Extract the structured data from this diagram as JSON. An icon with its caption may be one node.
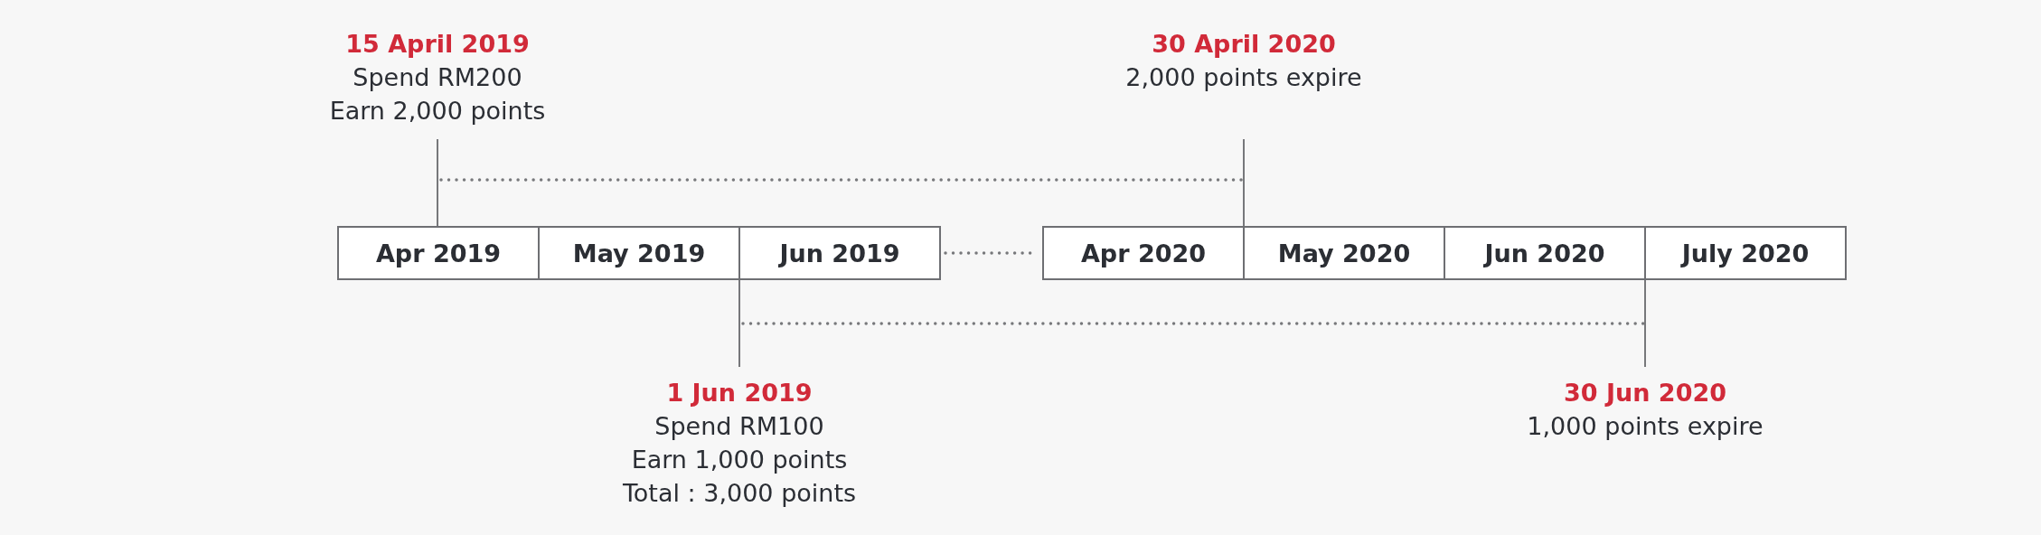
{
  "diagram": {
    "nodes": [
      {
        "text": [
          "15 April 2019",
          "Spend RM200",
          "Earn 2,000 points"
        ]
      },
      {
        "text": [
          "30 April 2020",
          "2,000 points expire"
        ]
      },
      {
        "text": [
          "Apr 2019"
        ]
      },
      {
        "text": [
          "May 2019"
        ]
      },
      {
        "text": [
          "Jun 2019"
        ]
      },
      {
        "text": [
          "Apr 2020"
        ]
      },
      {
        "text": [
          "May 2020"
        ]
      },
      {
        "text": [
          "Jun 2020"
        ]
      },
      {
        "text": [
          "July 2020"
        ]
      },
      {
        "text": [
          "1 Jun 2019",
          "Spend RM100",
          "Earn 1,000 points",
          "Total : 3,000 points"
        ]
      },
      {
        "text": [
          "30 Jun 2020",
          "1,000 points expire"
        ]
      }
    ],
    "edges": [
      {
        "from": 0,
        "to": 2,
        "arrow": "none"
      },
      {
        "from": 1,
        "to": 5,
        "arrow": "none"
      },
      {
        "from": 4,
        "to": 5,
        "arrow": "none",
        "style": "dashed"
      },
      {
        "from": 9,
        "to": 4,
        "arrow": "none"
      },
      {
        "from": 10,
        "to": 7,
        "arrow": "none"
      }
    ]
  }
}
